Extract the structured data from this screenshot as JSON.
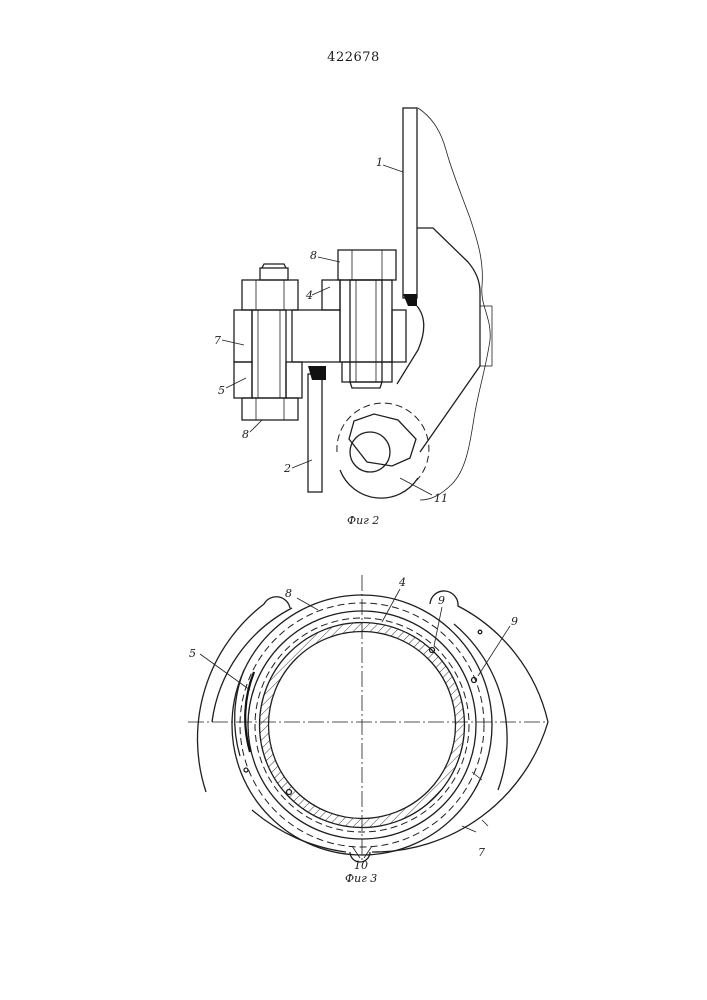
{
  "patent_number": "422678",
  "figures": [
    {
      "caption": "Фиг 2",
      "labels": [
        "1",
        "8",
        "4",
        "7",
        "5",
        "8",
        "2",
        "11"
      ]
    },
    {
      "caption": "Фиг 3",
      "labels": [
        "8",
        "4",
        "9",
        "9",
        "5",
        "7",
        "10"
      ]
    }
  ]
}
